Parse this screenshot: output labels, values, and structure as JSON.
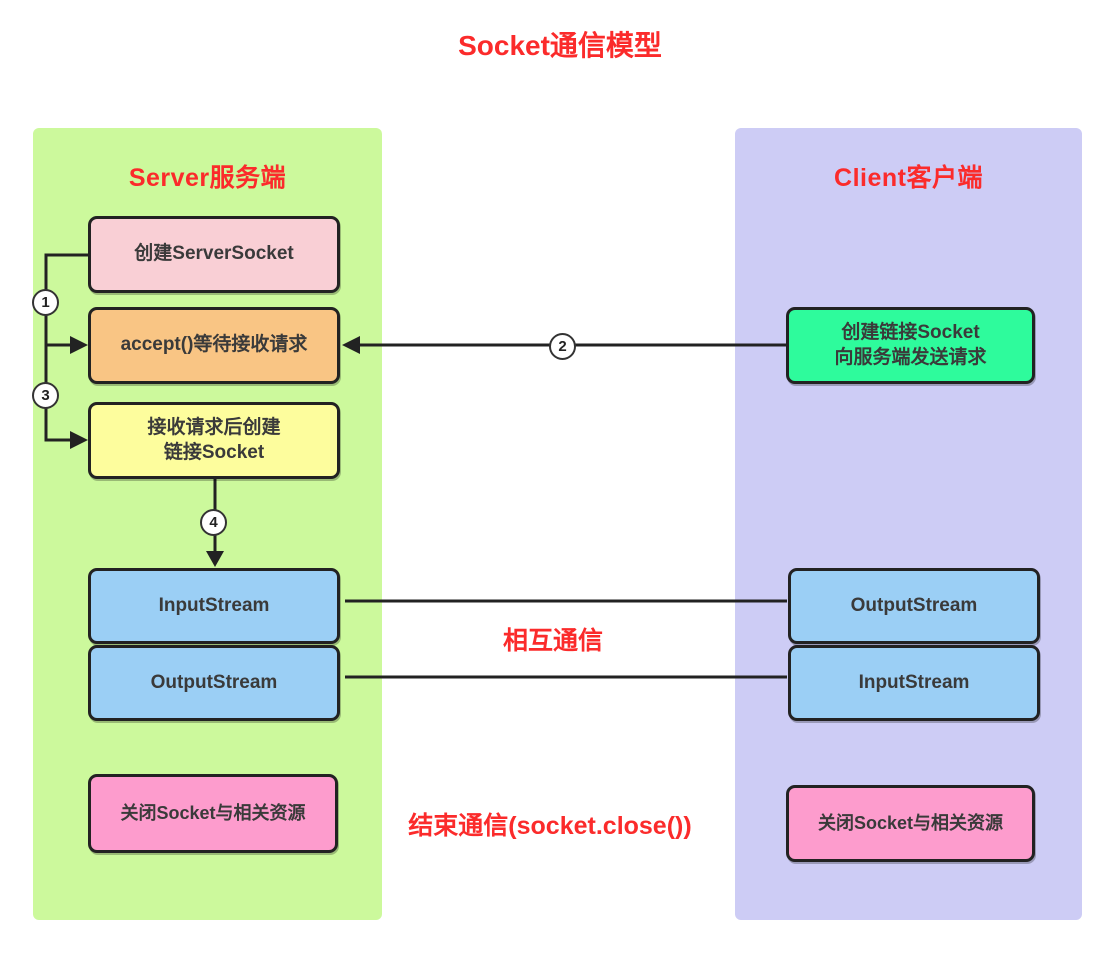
{
  "title": "Socket通信模型",
  "server": {
    "header": "Server服务端",
    "create_server_socket": "创建ServerSocket",
    "accept": "accept()等待接收请求",
    "create_link_line1": "接收请求后创建",
    "create_link_line2": "链接Socket",
    "input_stream": "InputStream",
    "output_stream": "OutputStream",
    "close": "关闭Socket与相关资源"
  },
  "client": {
    "header": "Client客户端",
    "create_socket_line1": "创建链接Socket",
    "create_socket_line2": "向服务端发送请求",
    "output_stream": "OutputStream",
    "input_stream": "InputStream",
    "close": "关闭Socket与相关资源"
  },
  "steps": {
    "s1": "1",
    "s2": "2",
    "s3": "3",
    "s4": "4"
  },
  "labels": {
    "mutual_communication": "相互通信",
    "end_communication": "结束通信(socket.close())"
  },
  "colors": {
    "red_text": "#fb2b2b",
    "server_panel_green": "#ccf99c",
    "client_panel_purple": "#cdccf5",
    "box_pink_light": "#f9cfd5",
    "box_orange": "#f9c584",
    "box_yellow": "#fdfd9d",
    "box_spring_green": "#2efb9c",
    "box_blue": "#9bcff5",
    "box_hot_pink": "#fd9ccd",
    "wire_dark": "#222222"
  }
}
